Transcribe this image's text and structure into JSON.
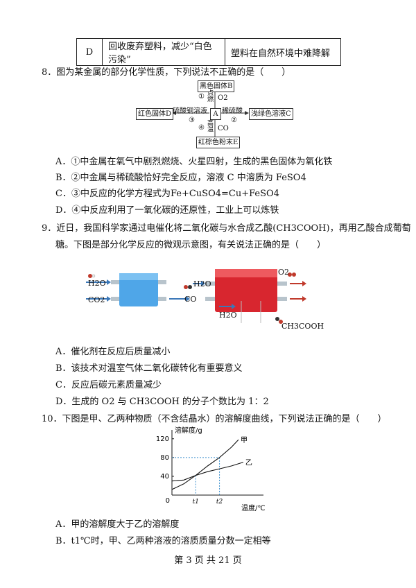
{
  "table_row": {
    "label": "D",
    "measure": "回收废弃塑料，减少“白色污染”",
    "reason": "塑料在自然环境中难降解"
  },
  "q8": {
    "stem": "8．图为某金属的部分化学性质，下列说法不正确的是（　　）",
    "diagram": {
      "box_b": "黑色固体B",
      "box_a": "A",
      "box_d": "红色固体D",
      "box_c": "浅绿色溶液C",
      "box_e": "红棕色粉末E",
      "step1_num": "①",
      "step1_cond": "点燃",
      "o2": "O2",
      "step2_reagent": "稀硫酸",
      "step2_num": "②",
      "step3_reagent": "硫酸铜溶液",
      "step3_num": "③",
      "step4_num": "④",
      "step4_cond": "高温",
      "co": "CO"
    },
    "options": [
      "A．①中金属在氧气中剧烈燃烧、火星四射，生成的黑色固体为氧化铁",
      "B．②中金属与稀硫酸恰好完全反应，溶液 C 中溶质为 FeSO4",
      "C．③中反应的化学方程式为Fe+CuSO4=Cu+FeSO4",
      "D．④中反应利用了一氧化碳的还原性，工业上可以炼铁"
    ]
  },
  "q9": {
    "stem_line1": "9．近日，我国科学家通过电催化将二氧化碳与水合成乙酸(CH3COOH)，再用乙酸合成葡萄",
    "stem_line2": "糖。下图是部分化学反应的微观示意图，有关说法正确的是（　　）",
    "figure": {
      "h2o_1": "H2O",
      "co2": "CO2",
      "h2o_2": "H2O",
      "co": "CO",
      "h2o_3": "H2O",
      "o2": "O2",
      "product": "CH3COOH"
    },
    "options": [
      "A．催化剂在反应后质量减小",
      "B．该技术对温室气体二氧化碳转化有重要意义",
      "C．反应后碳元素质量减少",
      "D．生成的 O2 与 CH3COOH 的分子个数比为 1：2"
    ]
  },
  "q10": {
    "stem": "10．下图是甲、乙两种物质（不含结晶水）的溶解度曲线，下列说法正确的是（　　）",
    "chart_data": {
      "type": "line",
      "ylabel": "溶解度/g",
      "xlabel": "温度/℃",
      "yticks": [
        "120",
        "80",
        "40"
      ],
      "origin": "0",
      "xticks": [
        "t1",
        "t2"
      ],
      "series": [
        {
          "name": "甲",
          "points": [
            [
              0,
              12
            ],
            [
              0.5,
              24
            ],
            [
              1,
              42
            ],
            [
              1.5,
              62
            ],
            [
              2,
              80
            ],
            [
              2.5,
              102
            ],
            [
              2.8,
              118
            ]
          ]
        },
        {
          "name": "乙",
          "points": [
            [
              0,
              30
            ],
            [
              0.5,
              32
            ],
            [
              1,
              42
            ],
            [
              1.5,
              50
            ],
            [
              2,
              56
            ],
            [
              2.5,
              62
            ],
            [
              3.0,
              70
            ]
          ]
        }
      ],
      "xlim": [
        0,
        3.5
      ],
      "ylim": [
        0,
        130
      ],
      "marked": {
        "t1": 1,
        "t2": 2,
        "y80": 80
      }
    },
    "options": [
      "A．甲的溶解度大于乙的溶解度",
      "B．t1℃时，甲、乙两种溶液的溶质质量分数一定相等"
    ]
  },
  "footer": "第 3 页 共 21 页"
}
